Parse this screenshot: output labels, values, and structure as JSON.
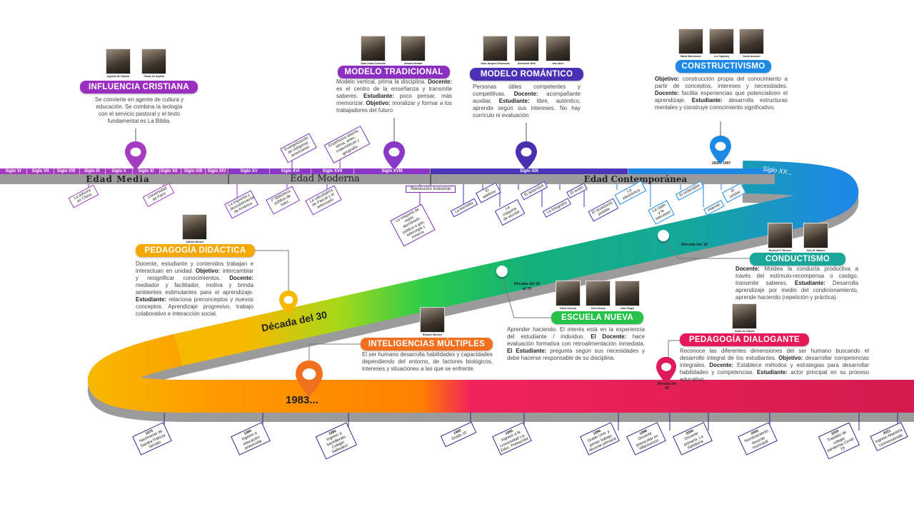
{
  "colors": {
    "medieval": "#a43bc0",
    "modern": "#7a37c8",
    "contemporary": "#4a36b8",
    "twentieth": "#1e88e5",
    "teal": "#14a89b",
    "green": "#2ccc4a",
    "yellow": "#f7b800",
    "orange": "#ff8a00",
    "pink": "#e8195a",
    "road_shadow": "#9b9b9b"
  },
  "siglos": [
    "Siglo VI",
    "Siglo VII",
    "Siglo VIII",
    "Siglo IX",
    "Siglo X",
    "Siglo XI",
    "Siglo XII",
    "Siglo XIII",
    "Siglo XIV",
    "Siglo XV",
    "Siglo XVI",
    "Siglo XVII",
    "Siglo XVIII",
    "Siglo XIX",
    "Siglo XX..."
  ],
  "eras": {
    "media": "Edad Media",
    "moderna": "Edad Moderna",
    "contemporanea": "Edad Contemporánea"
  },
  "hitos": [
    "Evangelización de indígenas americanos",
    "Enseñanza abierta: letras, artes, matemáticas y geografía",
    "La pólvora en China",
    "Universidad de París",
    "La imprenta y descubrimiento de América",
    "1ª Biblioteca pública de Italia",
    "La calculadora de Pascal y el telescopio",
    "Revolución Industrial",
    "La máquina de vapor, alumbrado público a gas, siderurgia y minería",
    "La bombilla",
    "El teléfono",
    "La máquina de escribir",
    "El automóvil",
    "La fotografía",
    "El avión",
    "El acueducto potable",
    "La electrónica",
    "La radio y la televisión",
    "El ordenador",
    "Internet",
    "El celular"
  ],
  "markers": {
    "constructivismo_dates": "1900 - 1907",
    "decada_10": "Década del 10",
    "decada_20_70": "Década del 20 al 70",
    "decada_30": "Década del 30",
    "decada_90": "Década del 90",
    "year_1983": "1983..."
  },
  "cards": {
    "influencia": {
      "title": "INFLUENCIA CRISTIANA",
      "portraits": [
        "Agustín de Hipona",
        "Tomás de Aquino"
      ],
      "body": [
        {
          "l": "",
          "t": "Se convierte en agente de cultura y educación. Se combina la teología con el servicio pastoral y el texto fundamental es La Biblia."
        }
      ]
    },
    "tradicional": {
      "title": "MODELO TRADICIONAL",
      "portraits": [
        "Juan Amos Comenio",
        "Johann Herbart"
      ],
      "body": [
        {
          "l": "",
          "t": "Modelo vertical, prima la disciplina. "
        },
        {
          "l": "Docente:",
          "t": " es el centro de la enseñanza y transmite saberes. "
        },
        {
          "l": "Estudiante:",
          "t": " poco pensar, más memorizar. "
        },
        {
          "l": "Objetivo:",
          "t": " moralizar y formar a los trabajadores del futuro"
        }
      ]
    },
    "romantico": {
      "title": "MODELO ROMÁNTICO",
      "portraits": [
        "Jean Jacques Rousseau",
        "Alexander Neill",
        "Ivan Illich"
      ],
      "body": [
        {
          "l": "",
          "t": "Personas útiles competentes y competitivas. "
        },
        {
          "l": "Docente:",
          "t": " acompañante auxiliar. "
        },
        {
          "l": "Estudiante:",
          "t": " libre, auténtico, aprende según sus intereses. No hay currículo ni evaluación"
        }
      ]
    },
    "constructivismo": {
      "title": "CONSTRUCTIVISMO",
      "portraits": [
        "María Montessori",
        "Lev Vigotsky",
        "David Ausubel"
      ],
      "body": [
        {
          "l": "Objetivo:",
          "t": " construcción propia del conocimiento a partir de conceptos, intereses y necesidades. "
        },
        {
          "l": "Docente:",
          "t": " facilita experiencias que potencialicen el aprendizaje. "
        },
        {
          "l": "Estudiante:",
          "t": " desarrolla estructuras mentales y construye conocimiento significativo."
        }
      ]
    },
    "didactica": {
      "title": "PEDAGOGÍA DIDÁCTICA",
      "portraits": [
        "Alberto Merani"
      ],
      "body": [
        {
          "l": "",
          "t": "Docente, estudiante y contenidos trabajan e interactuan en unidad. "
        },
        {
          "l": "Objetivo:",
          "t": " intercambiar y resignificar conocimientos. "
        },
        {
          "l": "Docente:",
          "t": " mediador y facilitador, motiva y brinda ambientes estimulantes para el aprendizaje. "
        },
        {
          "l": "Estudiante:",
          "t": " relaciona preconceptos y nuevos conceptos. Aprendizaje progresivo, trabajo colaborativo e interacción social."
        }
      ]
    },
    "conductismo": {
      "title": "CONDUCTISMO",
      "portraits": [
        "Burrhus F. Skinner",
        "John B. Watson"
      ],
      "body": [
        {
          "l": "Docente:",
          "t": " Moldea la conducta productiva a través del estímulo-recompensa o castigo, transmite saberes. "
        },
        {
          "l": "Estudiante:",
          "t": " Desarrolla aprendizaje por medio del condicionamiento, aprende haciendo (repetición y práctica)."
        }
      ]
    },
    "escuela": {
      "title": "ESCUELA NUEVA",
      "portraits": [
        "Ovide Decroly",
        "John Dewey",
        "Jean Piaget"
      ],
      "body": [
        {
          "l": "",
          "t": "Aprender haciendo. El interés está en la experiencia del estudiante / individuo. "
        },
        {
          "l": "El Docente:",
          "t": " hace evaluación formativa con retroalimentación inmediata. "
        },
        {
          "l": "El Estudiante:",
          "t": " pregunta según sus necesidades y debe hacerse responsable de su disciplina."
        }
      ]
    },
    "dialogante": {
      "title": "PEDAGOGÍA DIALOGANTE",
      "portraits": [
        "Julián de Zubiría"
      ],
      "body": [
        {
          "l": "",
          "t": "Reconoce las diferentes dimensiones del ser humano buscando el desarrollo integral de los estudiantes. "
        },
        {
          "l": "Objetivo:",
          "t": " desarrollar competencias integrales. "
        },
        {
          "l": "Docente:",
          "t": " Establece métodos y estrategias para desarrollar habilidades y competencias. "
        },
        {
          "l": "Estudiante:",
          "t": " actor principal en su proceso educativo."
        }
      ]
    },
    "inteligencias": {
      "title": "INTELIGENCIAS MÚLTIPLES",
      "portraits": [
        "Howard Gardner"
      ],
      "body": [
        {
          "l": "",
          "t": "El ser humano desarrolla habilidades y capacidades dependiendo del entorno, de factores biológicos, intereses y situaciones a las que se enfrente."
        }
      ]
    }
  },
  "life_events": [
    {
      "year": "1975",
      "text": "Nacimiento de Sandra Patricia Serrato"
    },
    {
      "year": "1980",
      "text": "Ingreso a educación preescolar"
    },
    {
      "year": "1986",
      "text": "Ingreso a bachillerato Colegio Salesiano"
    },
    {
      "year": "1990",
      "text": "Grado 10"
    },
    {
      "year": "1993",
      "text": "Ingreso a la Universidad Lic. Educ. Preescolar"
    },
    {
      "year": "1996",
      "text": "Grado Univ. y primer trabajo docente primaria"
    },
    {
      "year": "1998",
      "text": "Docente preescolar en Villavicencio"
    },
    {
      "year": "2000",
      "text": "Docente primaria, La Sabiduría"
    },
    {
      "year": "2005",
      "text": "Nombramiento docente municipal"
    },
    {
      "year": "2020",
      "text": "Traslado de colegio pandemia Covid-19"
    },
    {
      "year": "2021",
      "text": "Ingreso Maestría Unimonserrate"
    }
  ]
}
